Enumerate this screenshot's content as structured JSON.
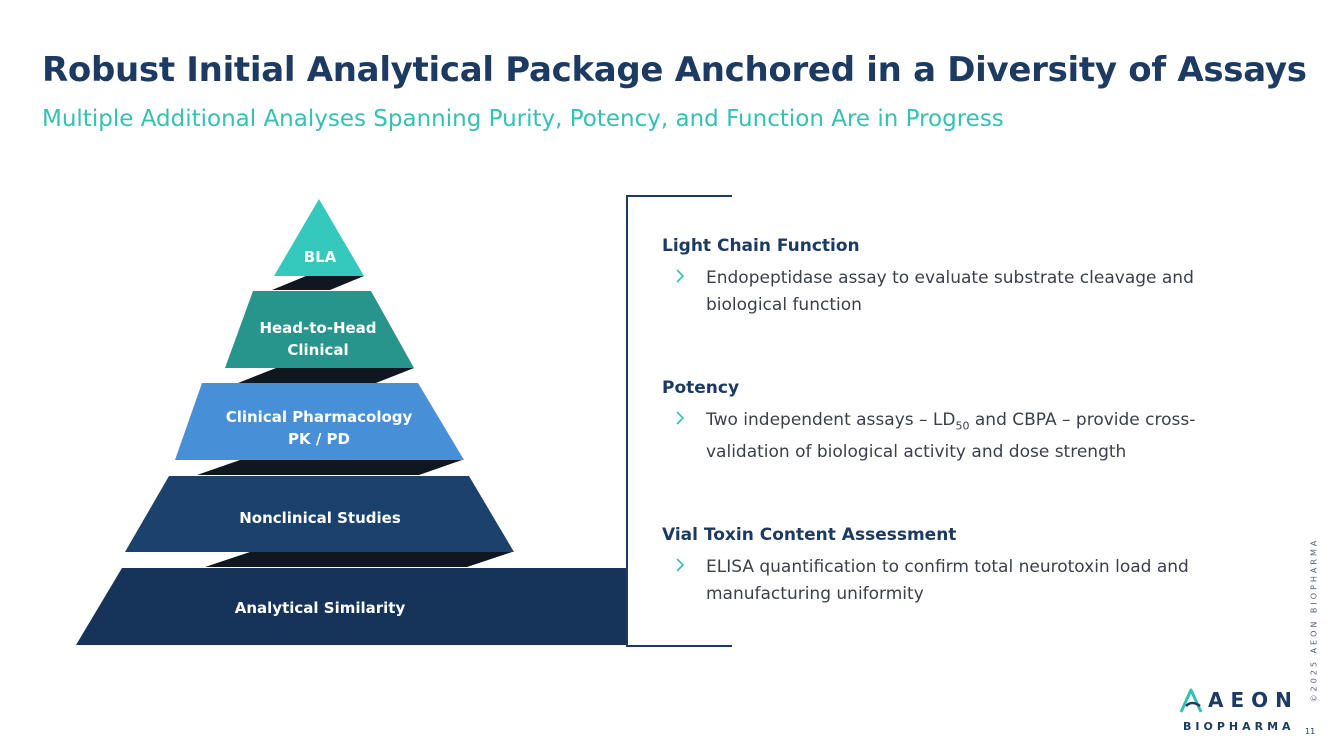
{
  "header": {
    "title": "Robust Initial Analytical Package Anchored in a Diversity of Assays",
    "subtitle": "Multiple Additional Analyses Spanning Purity, Potency, and Function Are in Progress"
  },
  "pyramid": {
    "tiers": [
      {
        "line1": "BLA",
        "line2": ""
      },
      {
        "line1": "Head-to-Head",
        "line2": "Clinical"
      },
      {
        "line1": "Clinical Pharmacology",
        "line2": "PK / PD"
      },
      {
        "line1": "Nonclinical Studies",
        "line2": ""
      },
      {
        "line1": "Analytical Similarity",
        "line2": ""
      }
    ],
    "colors": [
      "#35c9bd",
      "#28958d",
      "#4790d8",
      "#1b416d",
      "#163359"
    ],
    "connector_color": "#0f1720"
  },
  "sections": [
    {
      "heading": "Light Chain Function",
      "bullet": {
        "before": "Endopeptidase assay to evaluate substrate cleavage and biological function",
        "sub": "",
        "after": ""
      }
    },
    {
      "heading": "Potency",
      "bullet": {
        "before": "Two independent assays – LD",
        "sub": "50",
        "after": " and CBPA – provide cross-validation of biological activity and dose strength"
      }
    },
    {
      "heading": "Vial Toxin Content Assessment",
      "bullet": {
        "before": "ELISA quantification to confirm total neurotoxin load and manufacturing uniformity",
        "sub": "",
        "after": ""
      }
    }
  ],
  "footer": {
    "copyright": "©2025 AEON BIOPHARMA",
    "page_number": "11",
    "logo_word": "AEON",
    "logo_sub": "BIOPHARMA"
  },
  "colors": {
    "navy": "#1d3a63",
    "teal": "#35c0b3",
    "text": "#3a3f4a"
  },
  "icons": {
    "bullet": "chevron-right-icon",
    "logo": "aeon-logo-icon"
  }
}
